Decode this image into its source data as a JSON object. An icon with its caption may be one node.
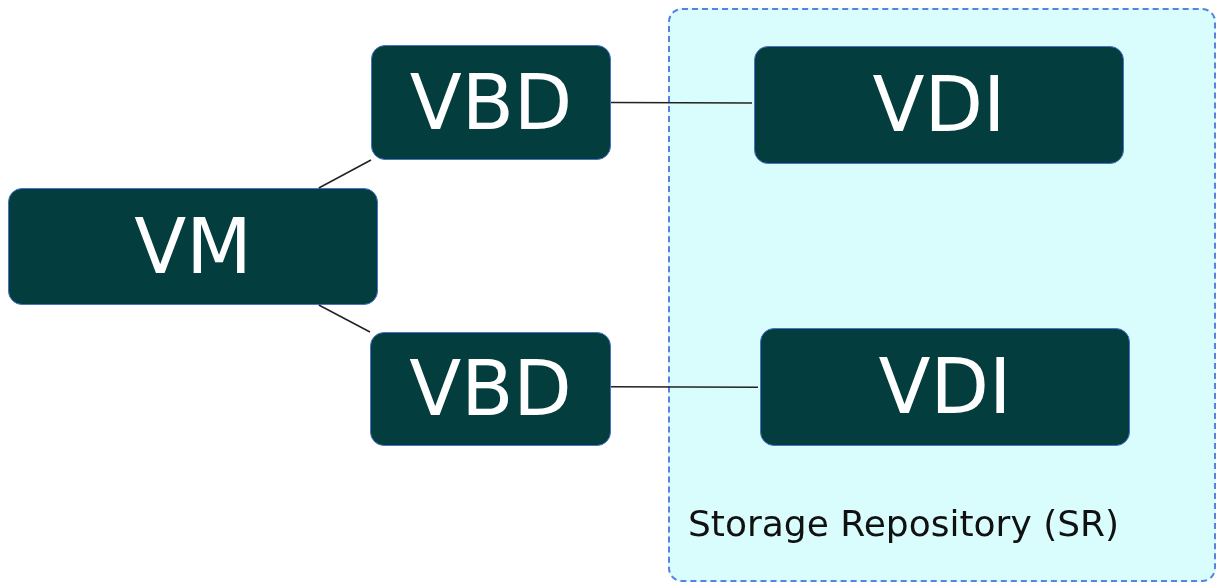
{
  "diagram": {
    "nodes": [
      {
        "text": [
          "VM"
        ]
      },
      {
        "text": [
          "VBD"
        ]
      },
      {
        "text": [
          "VBD"
        ]
      },
      {
        "text": [
          "Storage Repository (SR)"
        ]
      },
      {
        "text": [
          "VDI"
        ],
        "in": 3
      },
      {
        "text": [
          "VDI"
        ],
        "in": 3
      }
    ],
    "edges": [
      {
        "from": 0,
        "to": 1,
        "arrow": "none"
      },
      {
        "from": 0,
        "to": 2,
        "arrow": "none"
      },
      {
        "from": 1,
        "to": 4,
        "arrow": "none"
      },
      {
        "from": 2,
        "to": 5,
        "arrow": "none"
      }
    ]
  }
}
